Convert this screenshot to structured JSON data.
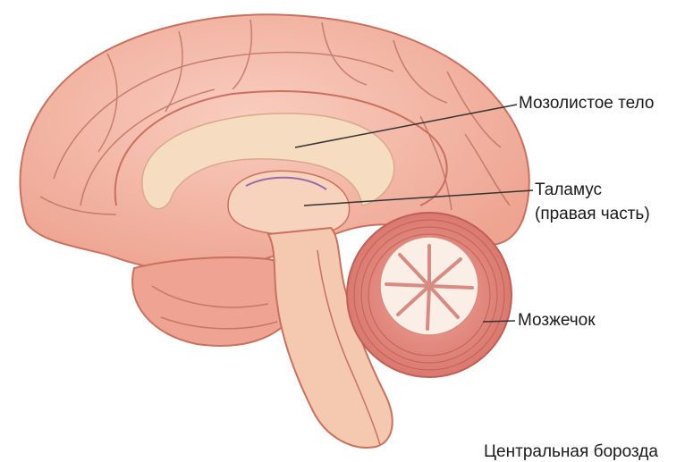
{
  "labels": {
    "corpus_callosum": "Мозолистое тело",
    "thalamus_line1": "Таламус",
    "thalamus_line2": "(правая часть)",
    "cerebellum": "Мозжечок",
    "central_sulcus": "Центральная борозда"
  },
  "colors": {
    "cortex": "#f3b4a4",
    "cortex_outline": "#c9705e",
    "gyri_lines": "#b86a58",
    "corpus_callosum": "#f6dcc0",
    "brainstem": "#f5c9b0",
    "cerebellum": "#e58d82",
    "cerebellum_white": "#fbeee6",
    "leader_line": "#333333"
  }
}
